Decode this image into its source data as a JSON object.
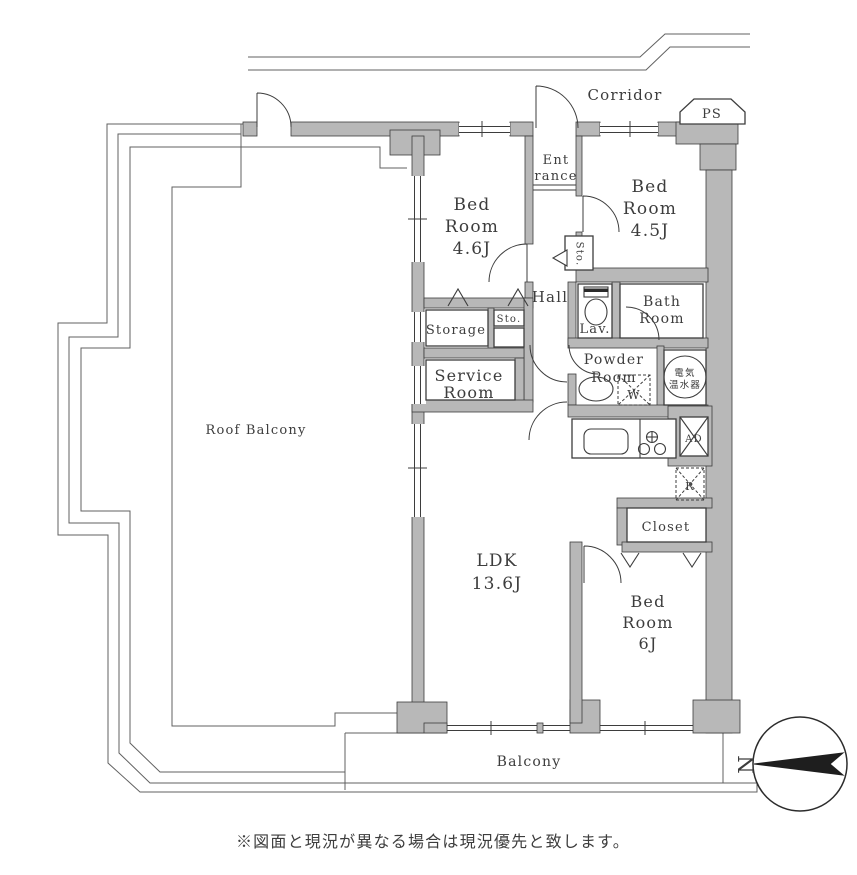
{
  "labels": {
    "corridor": "Corridor",
    "ps": "PS",
    "entrance": [
      "Ent",
      "rance"
    ],
    "bedroom_46": [
      "Bed",
      "Room",
      "4.6J"
    ],
    "bedroom_45": [
      "Bed",
      "Room",
      "4.5J"
    ],
    "hall": "Hall",
    "sto_hall": "Sto.",
    "storage": "Storage",
    "sto_small": "Sto.",
    "service_room": [
      "Service",
      "Room"
    ],
    "lav": "Lav.",
    "bath_room": [
      "Bath",
      "Room"
    ],
    "powder_room": [
      "Powder",
      "Room"
    ],
    "water_heater": [
      "電気",
      "温水器"
    ],
    "washer": "W",
    "air_duct": "AD",
    "fridge": "R",
    "closet": "Closet",
    "ldk": [
      "LDK",
      "13.6J"
    ],
    "bedroom_6": [
      "Bed",
      "Room",
      "6J"
    ],
    "roof_balcony": "Roof Balcony",
    "balcony": "Balcony",
    "compass_north": "N"
  },
  "note": "※図面と現況が異なる場合は現況優先と致します。",
  "colors": {
    "wall_fill": "#b8b8b8",
    "line": "#3d3d3d",
    "text": "#3d3d3d",
    "background": "#ffffff"
  }
}
